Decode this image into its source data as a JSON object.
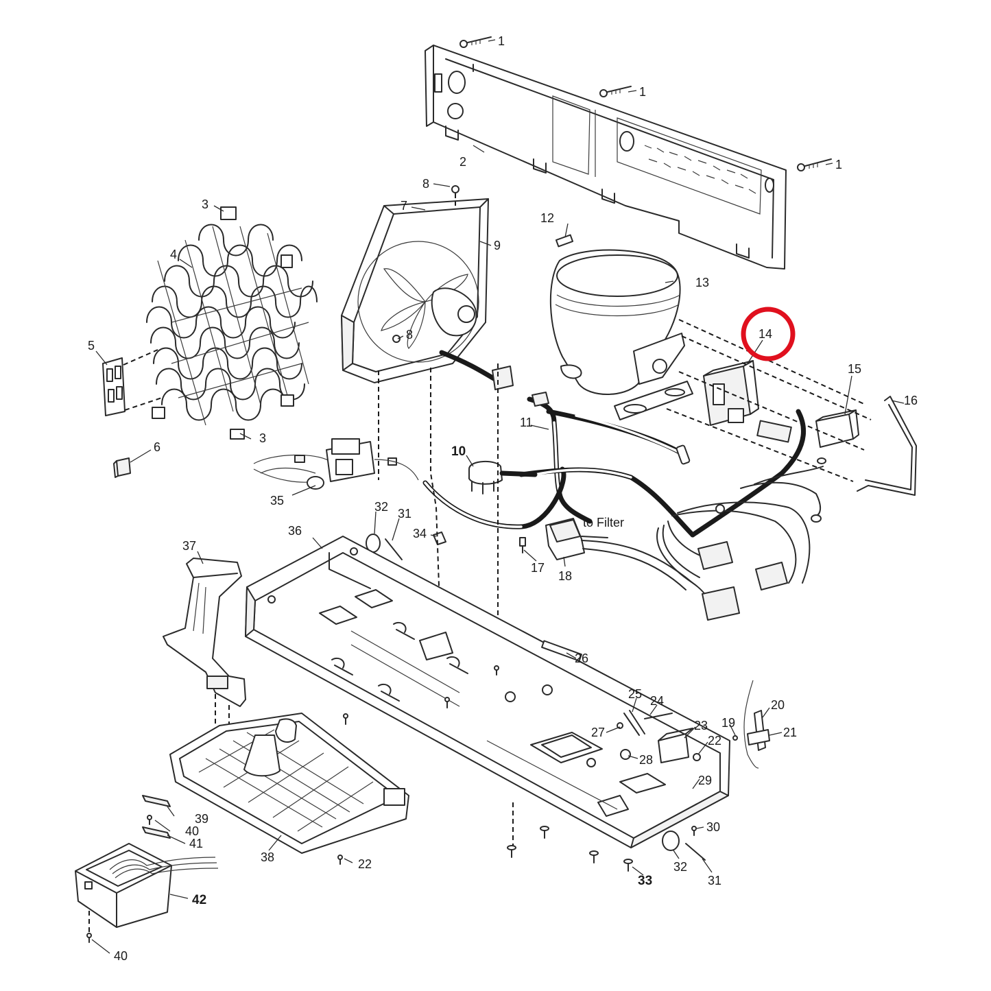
{
  "figure": {
    "note_to_filter": "to Filter",
    "highlight_color": "#e0101e",
    "highlighted_part": "14"
  },
  "callouts": [
    {
      "id": "c1a",
      "text": "1"
    },
    {
      "id": "c1b",
      "text": "1"
    },
    {
      "id": "c1c",
      "text": "1"
    },
    {
      "id": "c2",
      "text": "2"
    },
    {
      "id": "c3a",
      "text": "3"
    },
    {
      "id": "c3b",
      "text": "3"
    },
    {
      "id": "c4",
      "text": "4"
    },
    {
      "id": "c5",
      "text": "5"
    },
    {
      "id": "c6",
      "text": "6"
    },
    {
      "id": "c7",
      "text": "7"
    },
    {
      "id": "c8a",
      "text": "8"
    },
    {
      "id": "c8b",
      "text": "8"
    },
    {
      "id": "c9",
      "text": "9"
    },
    {
      "id": "c10",
      "text": "10"
    },
    {
      "id": "c11",
      "text": "11"
    },
    {
      "id": "c12",
      "text": "12"
    },
    {
      "id": "c13",
      "text": "13"
    },
    {
      "id": "c14",
      "text": "14"
    },
    {
      "id": "c15",
      "text": "15"
    },
    {
      "id": "c16",
      "text": "16"
    },
    {
      "id": "c17",
      "text": "17"
    },
    {
      "id": "c18",
      "text": "18"
    },
    {
      "id": "c19",
      "text": "19"
    },
    {
      "id": "c20",
      "text": "20"
    },
    {
      "id": "c21",
      "text": "21"
    },
    {
      "id": "c22a",
      "text": "22"
    },
    {
      "id": "c22b",
      "text": "22"
    },
    {
      "id": "c23",
      "text": "23"
    },
    {
      "id": "c24",
      "text": "24"
    },
    {
      "id": "c25",
      "text": "25"
    },
    {
      "id": "c26",
      "text": "26"
    },
    {
      "id": "c27",
      "text": "27"
    },
    {
      "id": "c28",
      "text": "28"
    },
    {
      "id": "c29",
      "text": "29"
    },
    {
      "id": "c30",
      "text": "30"
    },
    {
      "id": "c31a",
      "text": "31"
    },
    {
      "id": "c31b",
      "text": "31"
    },
    {
      "id": "c32a",
      "text": "32"
    },
    {
      "id": "c32b",
      "text": "32"
    },
    {
      "id": "c33",
      "text": "33"
    },
    {
      "id": "c34",
      "text": "34"
    },
    {
      "id": "c35",
      "text": "35"
    },
    {
      "id": "c36",
      "text": "36"
    },
    {
      "id": "c37",
      "text": "37"
    },
    {
      "id": "c38",
      "text": "38"
    },
    {
      "id": "c39",
      "text": "39"
    },
    {
      "id": "c40a",
      "text": "40"
    },
    {
      "id": "c40b",
      "text": "40"
    },
    {
      "id": "c41",
      "text": "41"
    },
    {
      "id": "c42",
      "text": "42"
    }
  ]
}
